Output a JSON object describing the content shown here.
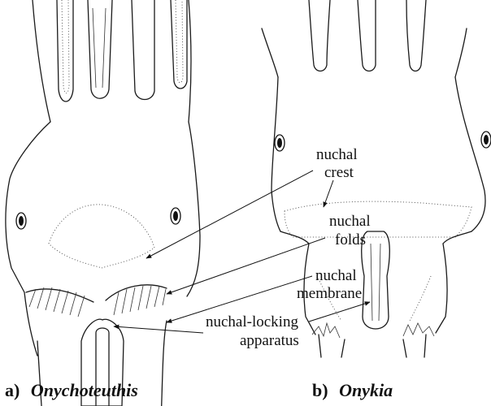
{
  "panels": [
    {
      "letter": "a)",
      "genus": "Onychoteuthis"
    },
    {
      "letter": "b)",
      "genus": "Onykia"
    }
  ],
  "labels": {
    "nuchal_crest": [
      "nuchal",
      "crest"
    ],
    "nuchal_folds": [
      "nuchal",
      "folds"
    ],
    "nuchal_membrane": [
      "nuchal",
      "membrane"
    ],
    "nuchal_locking_apparatus": [
      "nuchal-locking",
      "apparatus"
    ]
  }
}
